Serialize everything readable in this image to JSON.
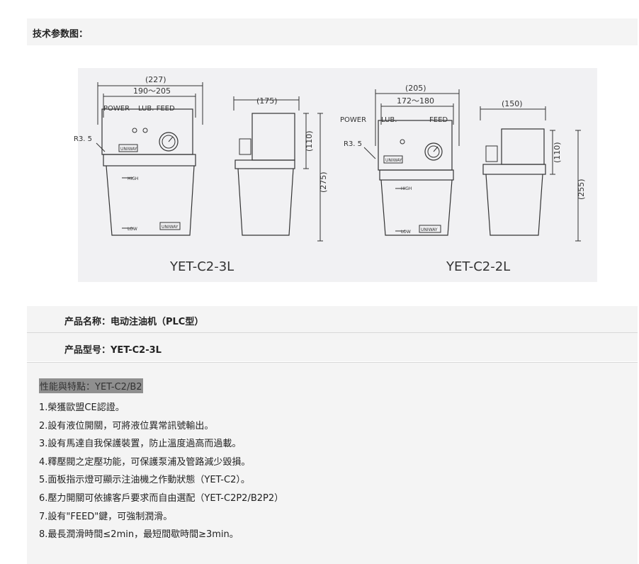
{
  "section_title": "技术参数图：",
  "figure": {
    "left_unit": {
      "model": "YET-C2-3L",
      "dim_overall_width": "(227)",
      "dim_mount_width": "190～205",
      "dim_depth": "(175)",
      "dim_upper_height": "(110)",
      "dim_total_height": "(275)",
      "radius": "R3. 5",
      "label_power": "POWER",
      "label_lub_feed": "LUB. FEED",
      "label_high": "HIGH",
      "label_low": "LOW",
      "brand": "UNIWAY"
    },
    "right_unit": {
      "model": "YET-C2-2L",
      "dim_overall_width": "(205)",
      "dim_mount_width": "172～180",
      "dim_depth": "(150)",
      "dim_upper_height": "(110)",
      "dim_total_height": "(255)",
      "radius": "R3. 5",
      "label_power": "POWER",
      "label_lub": "LUB.",
      "label_feed": "FEED",
      "label_high": "HIGH",
      "label_low": "LOW",
      "brand": "UNIWAY"
    }
  },
  "product_name": "产品名称：电动注油机（PLC型）",
  "product_model": "产品型号：YET-C2-3L",
  "features": {
    "title": "性能與特點：YET-C2/B2",
    "items": [
      "1.榮獲歐盟CE認證。",
      "2.設有液位開關，可將液位異常訊號輸出。",
      "3.設有馬達自我保護裝置，防止溫度過高而過載。",
      "4.釋壓閥之定壓功能，可保護泵浦及管路減少毀損。",
      "5.面板指示燈可顯示注油機之作動狀態（YET-C2）。",
      "6.壓力開關可依據客戶要求而自由選配（YET-C2P2/B2P2）",
      "7.設有\"FEED\"鍵，可強制潤滑。",
      "8.最長潤滑時間≤2min，最短間歇時間≥3min。"
    ]
  }
}
